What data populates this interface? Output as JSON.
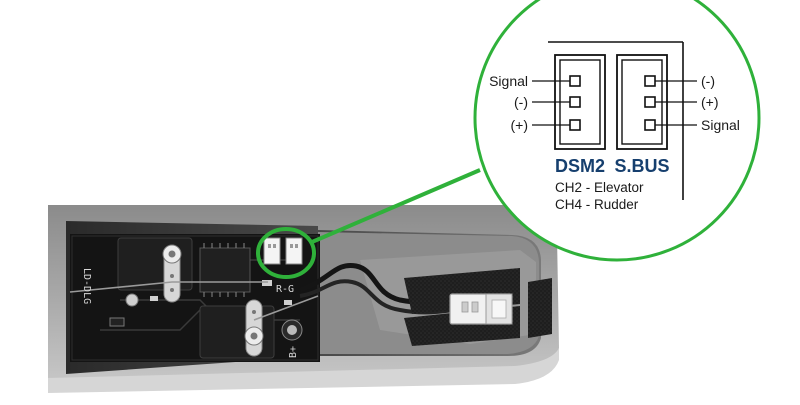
{
  "callout": {
    "dsm2": {
      "name": "DSM2",
      "pins": [
        "Signal",
        "(-)",
        "(+)"
      ]
    },
    "sbus": {
      "name": "S.BUS",
      "pins": [
        "(-)",
        "(+)",
        "Signal"
      ]
    },
    "channels": [
      "CH2 - Elevator",
      "CH4 - Rudder"
    ]
  },
  "board": {
    "silkscreen": [
      "LD-DLG",
      "B+",
      "R-G"
    ]
  },
  "colors": {
    "highlight_green": "#2fb13a",
    "connector_blue": "#163f6e"
  }
}
